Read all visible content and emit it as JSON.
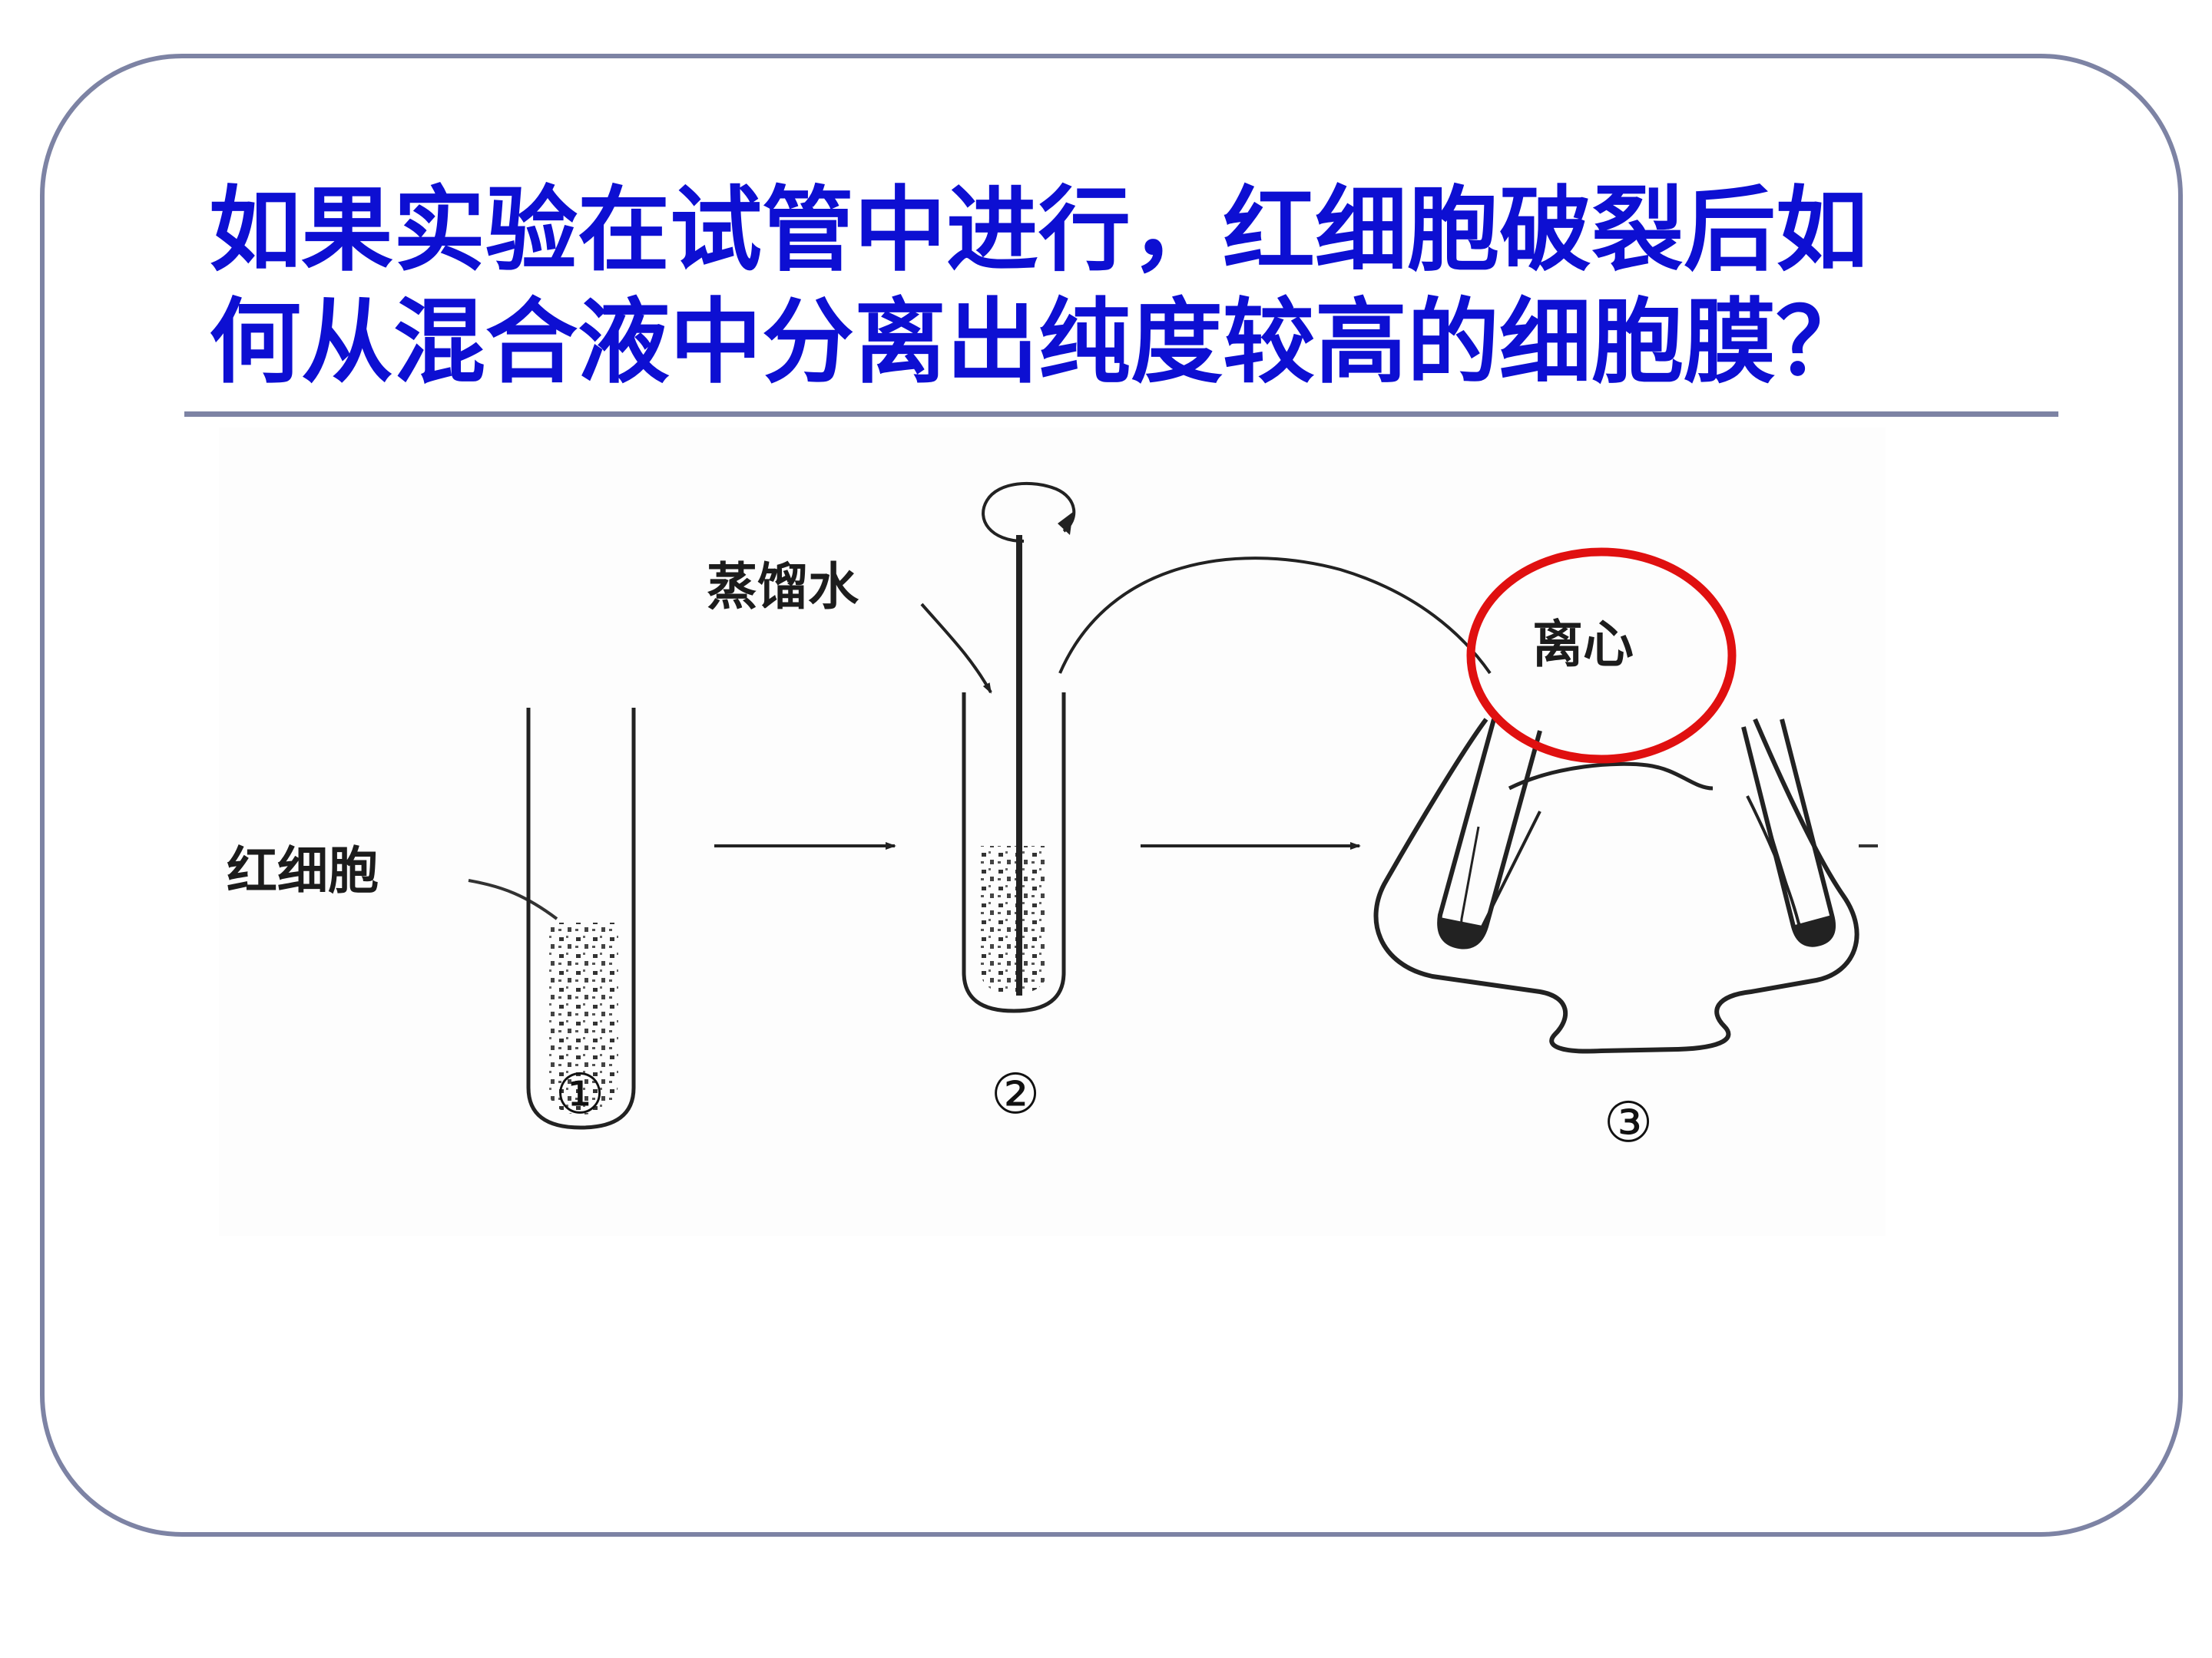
{
  "title": {
    "line1": "如果实验在试管中进行，红细胞破裂后如",
    "line2": "何从混合液中分离出纯度较高的细胞膜？"
  },
  "figure": {
    "label_red_cells": "红细胞",
    "label_distilled_water": "蒸馏水",
    "label_centrifuge": "离心",
    "step1": "①",
    "step2": "②",
    "step3": "③"
  },
  "colors": {
    "title_text": "#0d0fd2",
    "frame_border": "#7d83a4",
    "highlight_circle": "#e01010"
  }
}
